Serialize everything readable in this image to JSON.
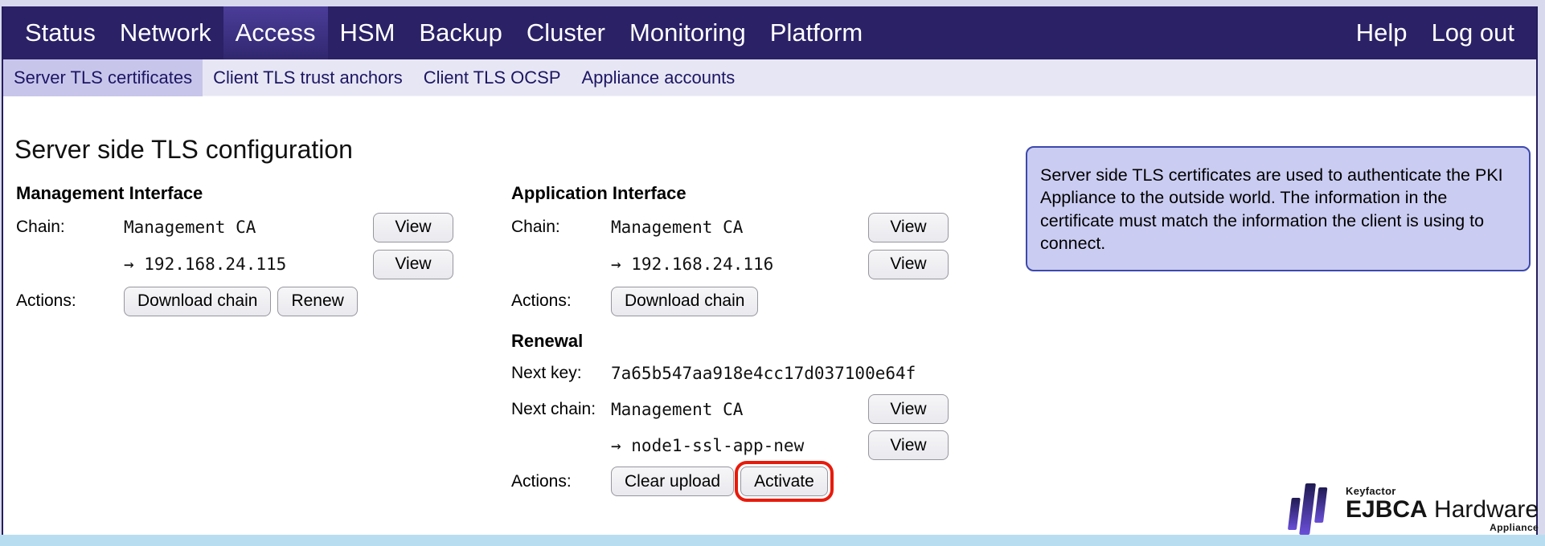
{
  "nav": {
    "items": [
      "Status",
      "Network",
      "Access",
      "HSM",
      "Backup",
      "Cluster",
      "Monitoring",
      "Platform"
    ],
    "active": "Access",
    "right_items": [
      "Help",
      "Log out"
    ]
  },
  "subnav": {
    "items": [
      "Server TLS certificates",
      "Client TLS trust anchors",
      "Client TLS OCSP",
      "Appliance accounts"
    ],
    "active": "Server TLS certificates"
  },
  "page": {
    "title": "Server side TLS configuration"
  },
  "management_interface": {
    "title": "Management Interface",
    "chain_label": "Chain:",
    "chain_root": "Management CA",
    "chain_leaf": "→ 192.168.24.115",
    "view_label": "View",
    "actions_label": "Actions:",
    "actions": [
      "Download chain",
      "Renew"
    ]
  },
  "application_interface": {
    "title": "Application Interface",
    "chain_label": "Chain:",
    "chain_root": "Management CA",
    "chain_leaf": "→ 192.168.24.116",
    "view_label": "View",
    "actions_label": "Actions:",
    "actions": [
      "Download chain"
    ]
  },
  "renewal": {
    "title": "Renewal",
    "next_key_label": "Next key:",
    "next_key": "7a65b547aa918e4cc17d037100e64f",
    "next_chain_label": "Next chain:",
    "chain_root": "Management CA",
    "chain_leaf": "→ node1-ssl-app-new",
    "view_label": "View",
    "actions_label": "Actions:",
    "actions": [
      "Clear upload",
      "Activate"
    ],
    "highlighted_action": "Activate"
  },
  "info_box": {
    "text": "Server side TLS certificates are used to authenticate the PKI Appliance to the outside world. The information in the certificate must match the information the client is using to connect."
  },
  "logo": {
    "brand": "Keyfactor",
    "title_bold": "EJBCA",
    "title_rest": " Hardware",
    "subtitle": "Appliance"
  },
  "colors": {
    "nav_background": "#2a2166",
    "nav_active_background": "#4b3d99",
    "subnav_background": "#e7e6f4",
    "subnav_selected_background": "#c8c5eb",
    "subnav_text": "#1c1663",
    "info_box_background": "#caccf1",
    "info_box_border": "#3d49ad",
    "highlight_red": "#e71b0c",
    "bottom_bar": "#b9ddf0",
    "frame_border": "#241d5c"
  }
}
